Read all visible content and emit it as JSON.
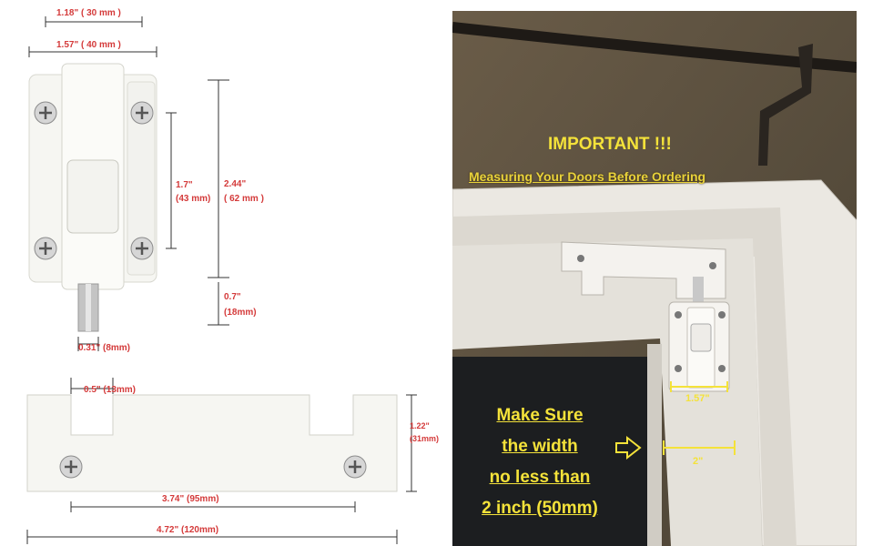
{
  "dimensions": {
    "d1": "1.18\" ( 30 mm )",
    "d2": "1.57\" ( 40 mm )",
    "d3a": "1.7\"",
    "d3b": "(43 mm)",
    "d4a": "2.44\"",
    "d4b": "( 62 mm )",
    "d5a": "0.7\"",
    "d5b": "(18mm)",
    "d6": "0.31\" (8mm)",
    "d7": "0.5\" (13mm)",
    "d8a": "1.22\"",
    "d8b": "(31mm)",
    "d9": "3.74\" (95mm)",
    "d10": "4.72\" (120mm)"
  },
  "photo": {
    "important": "IMPORTANT !!!",
    "measuring": "Measuring Your Doors Before Ordering",
    "make_sure_1": "Make Sure",
    "make_sure_2": "the width",
    "make_sure_3": "no less than",
    "make_sure_4": "2 inch (50mm)",
    "label_157": "1.57\"",
    "label_2": "2\""
  }
}
